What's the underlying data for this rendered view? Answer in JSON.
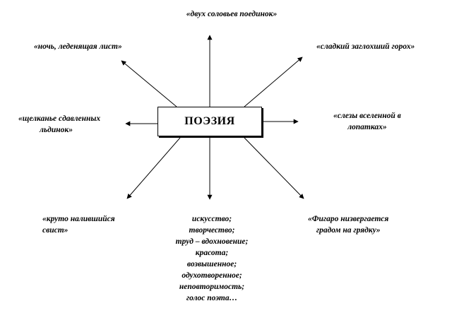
{
  "center": {
    "text": "ПОЭЗИЯ"
  },
  "labels": {
    "top": [
      "«двух соловьев поединок»"
    ],
    "top_left": [
      "«ночь, леденящая лист»"
    ],
    "top_right": [
      "«сладкий заглохший горох»"
    ],
    "left": [
      "«щелканье сдавленных",
      "льдинок»"
    ],
    "right": [
      "«слезы вселенной в",
      "лопатках»"
    ],
    "bottom_left": [
      "«круто налившийся",
      "свист»"
    ],
    "bottom_right": [
      "«Фигаро низвергается",
      "градом на грядку»"
    ],
    "bottom": [
      "искусство;",
      "творчество;",
      "труд – вдохновение;",
      "красота;",
      "возвышенное;",
      "одухотворенное;",
      "неповторимость;",
      "голос поэта…"
    ]
  },
  "colors": {
    "line": "#000000",
    "text": "#000000",
    "background": "#ffffff"
  }
}
